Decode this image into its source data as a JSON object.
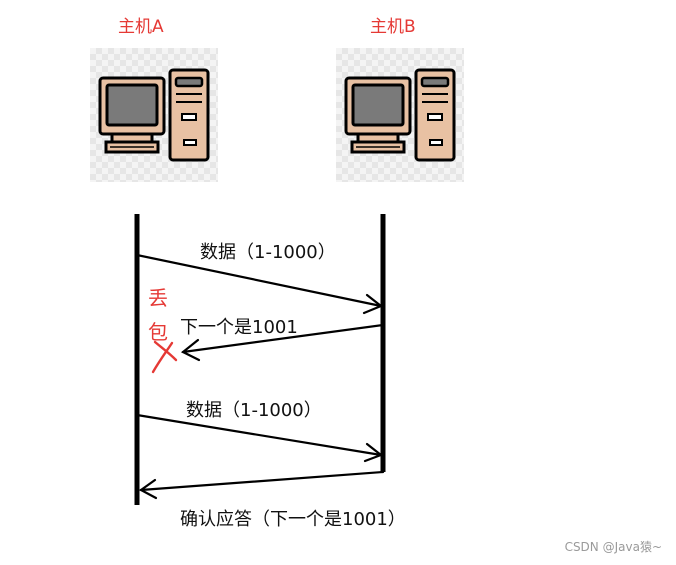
{
  "hosts": {
    "a": {
      "label": "主机A"
    },
    "b": {
      "label": "主机B"
    }
  },
  "messages": [
    {
      "label": "数据（1-1000）"
    },
    {
      "label": "下一个是1001"
    },
    {
      "label": "数据（1-1000）"
    },
    {
      "label": "确认应答（下一个是1001）"
    }
  ],
  "loss": {
    "char1": "丢",
    "char2": "包"
  },
  "watermark": "CSDN @Java猿~",
  "colors": {
    "annotation": "#e53935",
    "line": "#000000",
    "computer_body": "#e8c1a3",
    "screen": "#7a7a7a"
  }
}
